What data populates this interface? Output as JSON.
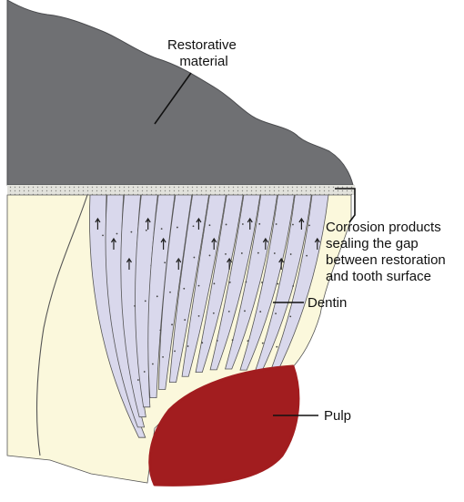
{
  "labels": {
    "restorative": [
      "Restorative",
      "material"
    ],
    "corrosion": [
      "Corrosion products",
      "sealing the gap",
      "between restoration",
      "and tooth surface"
    ],
    "dentin": "Dentin",
    "pulp": "Pulp"
  },
  "colors": {
    "restoration": "#6f7073",
    "restoration_edge": "#4a4b4e",
    "gap_layer": "#d9d9d4",
    "dentin": "#fbf8dc",
    "tubule_shade": "#d9d8ec",
    "tubule_outline": "#555555",
    "pulp": "#a21d1f",
    "leader": "#111111",
    "background": "#ffffff"
  }
}
